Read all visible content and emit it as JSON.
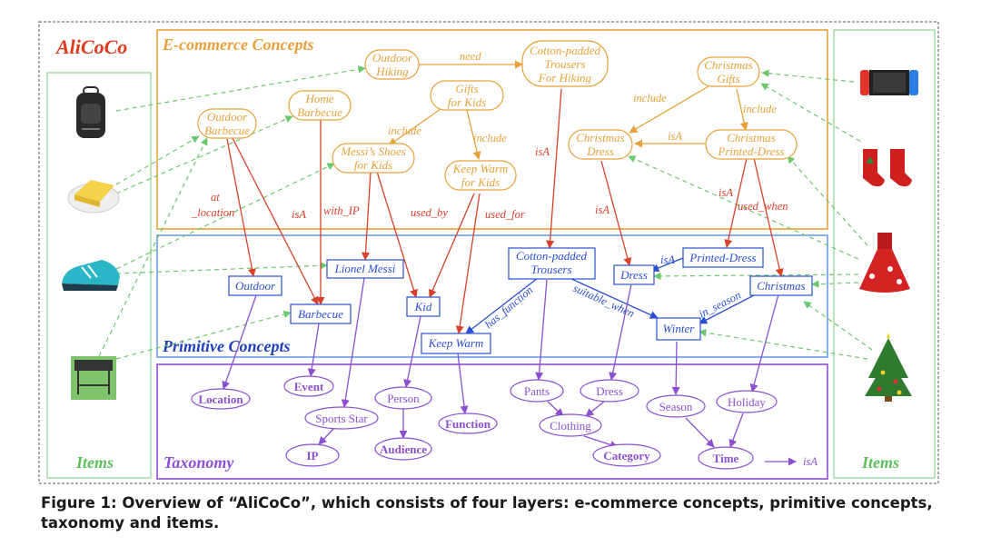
{
  "title": "AliCoCo",
  "layers": {
    "ecommerce": "E-commerce Concepts",
    "primitive": "Primitive Concepts",
    "taxonomy": "Taxonomy",
    "items_left": "Items",
    "items_right": "Items"
  },
  "ecommerce_concepts": {
    "outdoor_hiking": [
      "Outdoor",
      "Hiking"
    ],
    "cotton_trousers": [
      "Cotton-padded",
      "Trousers",
      "For Hiking"
    ],
    "christmas_gifts": [
      "Christmas",
      "Gifts"
    ],
    "gifts_for_kids": [
      "Gifts",
      "for Kids"
    ],
    "home_barbecue": [
      "Home",
      "Barbecue"
    ],
    "outdoor_barbecue": [
      "Outdoor",
      "Barbecue"
    ],
    "messis_shoes": [
      "Messi’s Shoes",
      "for Kids"
    ],
    "keep_warm_kids": [
      "Keep Warm",
      "for Kids"
    ],
    "christmas_dress": [
      "Christmas",
      "Dress"
    ],
    "christmas_printed": [
      "Christmas",
      "Printed-Dress"
    ]
  },
  "primitive_concepts": {
    "outdoor": "Outdoor",
    "barbecue": "Barbecue",
    "lionel_messi": "Lionel Messi",
    "kid": "Kid",
    "keep_warm": "Keep Warm",
    "cotton_trousers": [
      "Cotton-padded",
      "Trousers"
    ],
    "dress": "Dress",
    "printed_dress": "Printed-Dress",
    "christmas": "Christmas",
    "winter": "Winter"
  },
  "taxonomy_nodes": {
    "location": "Location",
    "event": "Event",
    "sports_star": "Sports Star",
    "ip": "IP",
    "person": "Person",
    "audience": "Audience",
    "function": "Function",
    "pants": "Pants",
    "dress": "Dress",
    "clothing": "Clothing",
    "category": "Category",
    "season": "Season",
    "holiday": "Holiday",
    "time": "Time"
  },
  "relations": {
    "need": "need",
    "include_1": "include",
    "include_2": "include",
    "include_3": "include",
    "isA_xmas": "isA",
    "isA_trousers": "isA",
    "at_location": [
      "at",
      "_location"
    ],
    "isA_barbecue": "isA",
    "with_ip": "with_IP",
    "used_by": "used_by",
    "used_for": "used_for",
    "isA_dress": "isA",
    "isA_printed": "isA",
    "used_when": "used_when",
    "isA_pc": "isA",
    "has_function": "has_function",
    "suitable_when": "suitable_when",
    "in_season": "in_season"
  },
  "legend": {
    "label": "isA"
  },
  "caption": "Figure 1: Overview of “AliCoCo”, which consists of four layers: e-commerce concepts, primitive concepts, taxonomy and items.",
  "colors": {
    "ecommerce": "#e8a13a",
    "primitive": "#2a4fcf",
    "taxonomy": "#8b4fd0",
    "items": "#6cc86c",
    "title": "#e03a1e",
    "relation_red": "#d9402a"
  }
}
